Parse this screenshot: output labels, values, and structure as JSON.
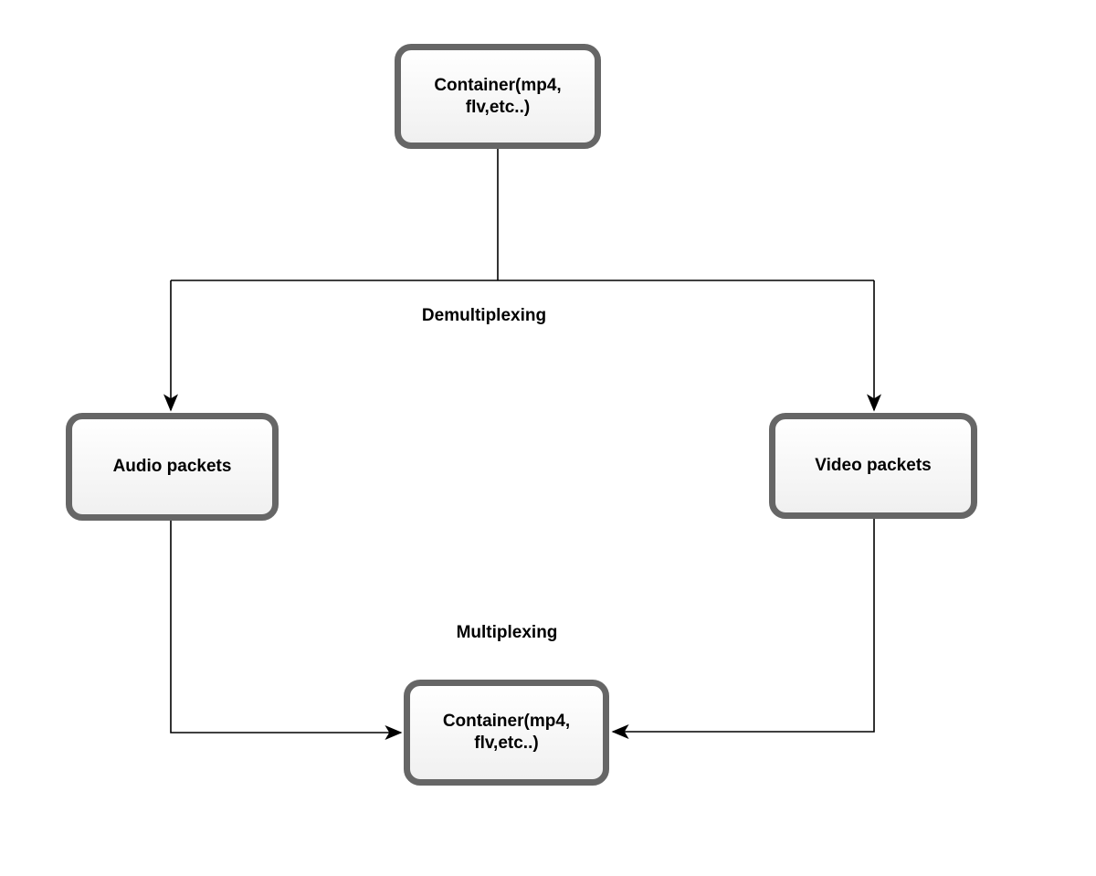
{
  "diagram": {
    "type": "flowchart",
    "background": "#ffffff",
    "nodes": {
      "container_top": {
        "label": "Container(mp4, flv,etc..)"
      },
      "audio_packets": {
        "label": "Audio packets"
      },
      "video_packets": {
        "label": "Video packets"
      },
      "container_bottom": {
        "label": "Container(mp4, flv,etc..)"
      }
    },
    "edge_labels": {
      "demultiplexing": "Demultiplexing",
      "multiplexing": "Multiplexing"
    },
    "edges": [
      {
        "from": "container_top",
        "to": "audio_packets",
        "label": "Demultiplexing",
        "arrow": "down"
      },
      {
        "from": "container_top",
        "to": "video_packets",
        "label": "Demultiplexing",
        "arrow": "down"
      },
      {
        "from": "audio_packets",
        "to": "container_bottom",
        "label": "Multiplexing",
        "arrow": "right"
      },
      {
        "from": "video_packets",
        "to": "container_bottom",
        "label": "Multiplexing",
        "arrow": "left"
      }
    ],
    "colors": {
      "node_border": "#666666",
      "node_fill_top": "#ffffff",
      "node_fill_bottom": "#f0f0f0",
      "connector": "#000000",
      "text": "#000000"
    }
  }
}
